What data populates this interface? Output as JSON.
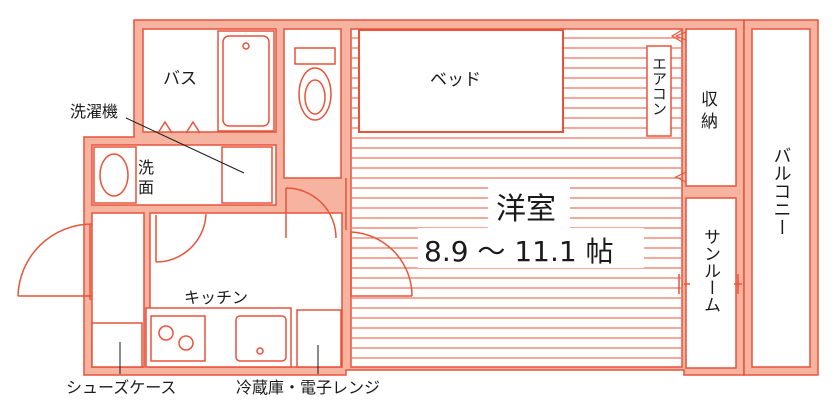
{
  "colors": {
    "wall_fill": "#f5b3a0",
    "wall_stroke": "#e8533a",
    "floor": "#ffffff",
    "label": "#1a1a1a"
  },
  "rooms": {
    "bath": "バス",
    "washing_machine": "洗濯機",
    "washroom_char1": "洗",
    "washroom_char2": "面",
    "bed": "ベッド",
    "aircon": "エアコン",
    "storage_char1": "収",
    "storage_char2": "納",
    "western_room": "洋室",
    "western_room_size": "8.9 ～ 11.1 帖",
    "sunroom": "サンルーム",
    "balcony": "バルコニー",
    "kitchen": "キッチン",
    "shoe_case": "シューズケース",
    "fridge_microwave": "冷蔵庫・電子レンジ"
  }
}
